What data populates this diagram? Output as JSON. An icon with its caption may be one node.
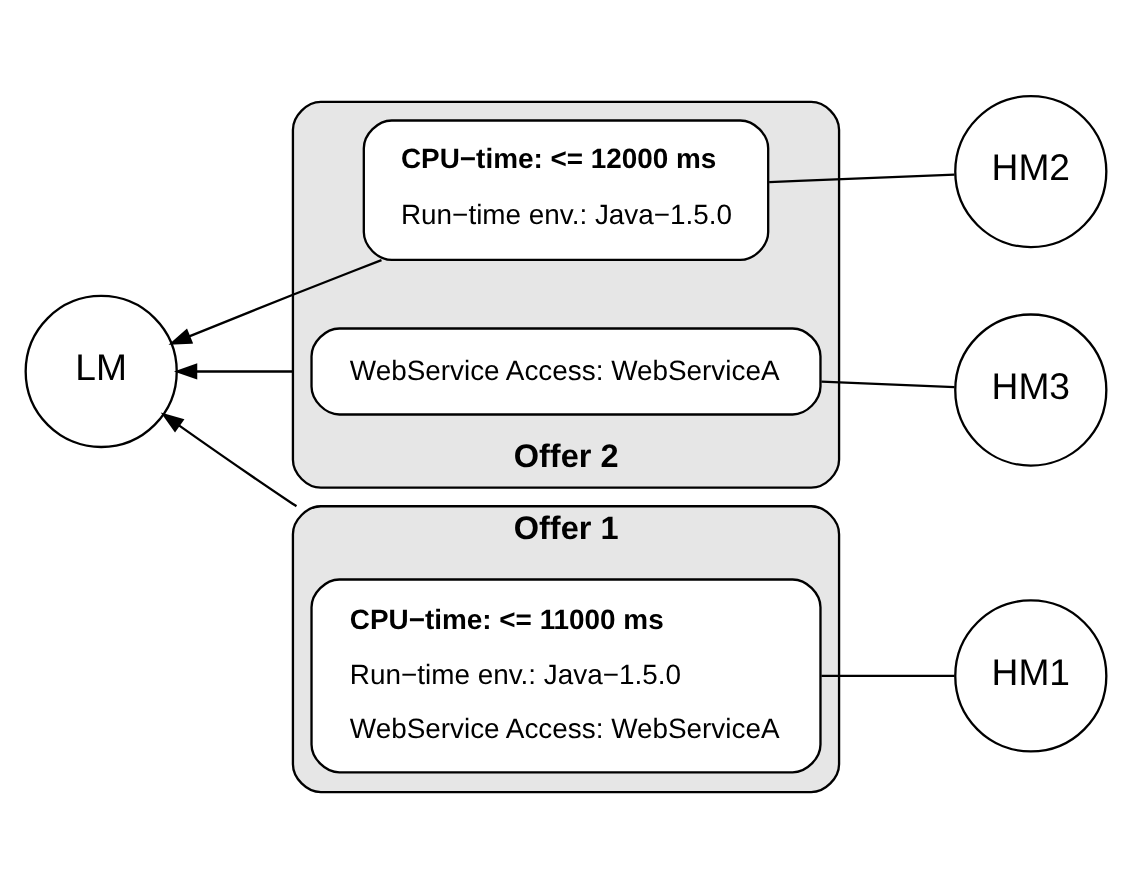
{
  "diagram": {
    "nodes": [
      {
        "text": [
          "Offer 1"
        ]
      },
      {
        "text": [
          "CPU−time: <= 11000 ms",
          "Run−time env.: Java−1.5.0",
          "WebService Access: WebServiceA"
        ],
        "in": 0
      },
      {
        "text": [
          "HM1"
        ]
      },
      {
        "text": [
          "Offer 2"
        ]
      },
      {
        "text": [
          "CPU−time: <= 12000 ms",
          "Run−time env.: Java−1.5.0"
        ],
        "in": 3
      },
      {
        "text": [
          "WebService Access: WebServiceA"
        ],
        "in": 3
      },
      {
        "text": [
          "HM2"
        ]
      },
      {
        "text": [
          "HM3"
        ]
      },
      {
        "text": [
          "LM"
        ]
      }
    ],
    "edges": [
      {
        "from": 2,
        "to": 1,
        "arrow": "none"
      },
      {
        "from": 0,
        "to": 8,
        "arrow": "to"
      },
      {
        "from": 6,
        "to": 4,
        "arrow": "none"
      },
      {
        "from": 4,
        "to": 8,
        "arrow": "to"
      },
      {
        "from": 3,
        "to": 8,
        "arrow": "to"
      },
      {
        "from": 7,
        "to": 5,
        "arrow": "none"
      }
    ]
  }
}
